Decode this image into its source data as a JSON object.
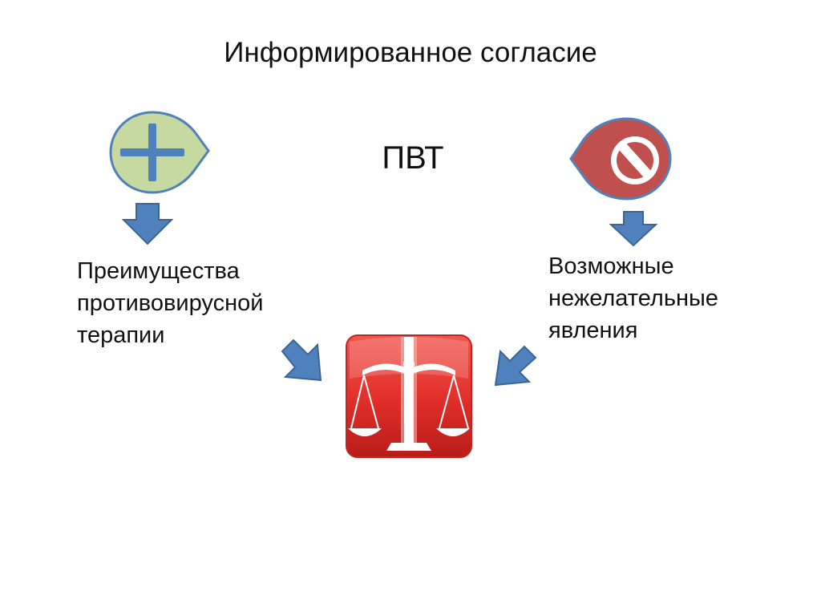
{
  "slide": {
    "title": "Информированное согласие",
    "center_label": "ПВТ",
    "pros": {
      "lines": [
        "Преимущества",
        "противовирусной",
        "терапии"
      ],
      "icon": "plus-icon",
      "icon_fill": "#c6d9a0",
      "icon_stroke": "#4f81bd"
    },
    "cons": {
      "lines": [
        "Возможные",
        "нежелательные",
        "явления"
      ],
      "icon": "no-entry-icon",
      "icon_fill": "#c0504d",
      "icon_stroke": "#4f81bd"
    },
    "center_icon": "balance-scale-icon",
    "center_icon_color": "#e3302b",
    "arrow_color": "#4f81bd"
  }
}
